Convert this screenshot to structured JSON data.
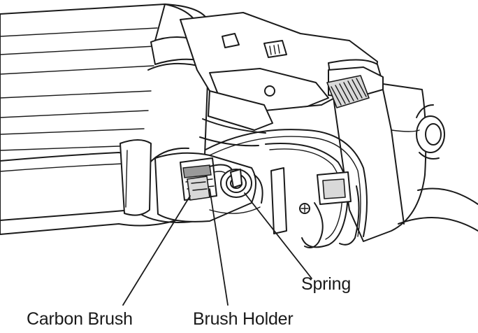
{
  "labels": {
    "spring": "Spring",
    "carbon_brush": "Carbon Brush",
    "brush_holder": "Brush Holder"
  }
}
